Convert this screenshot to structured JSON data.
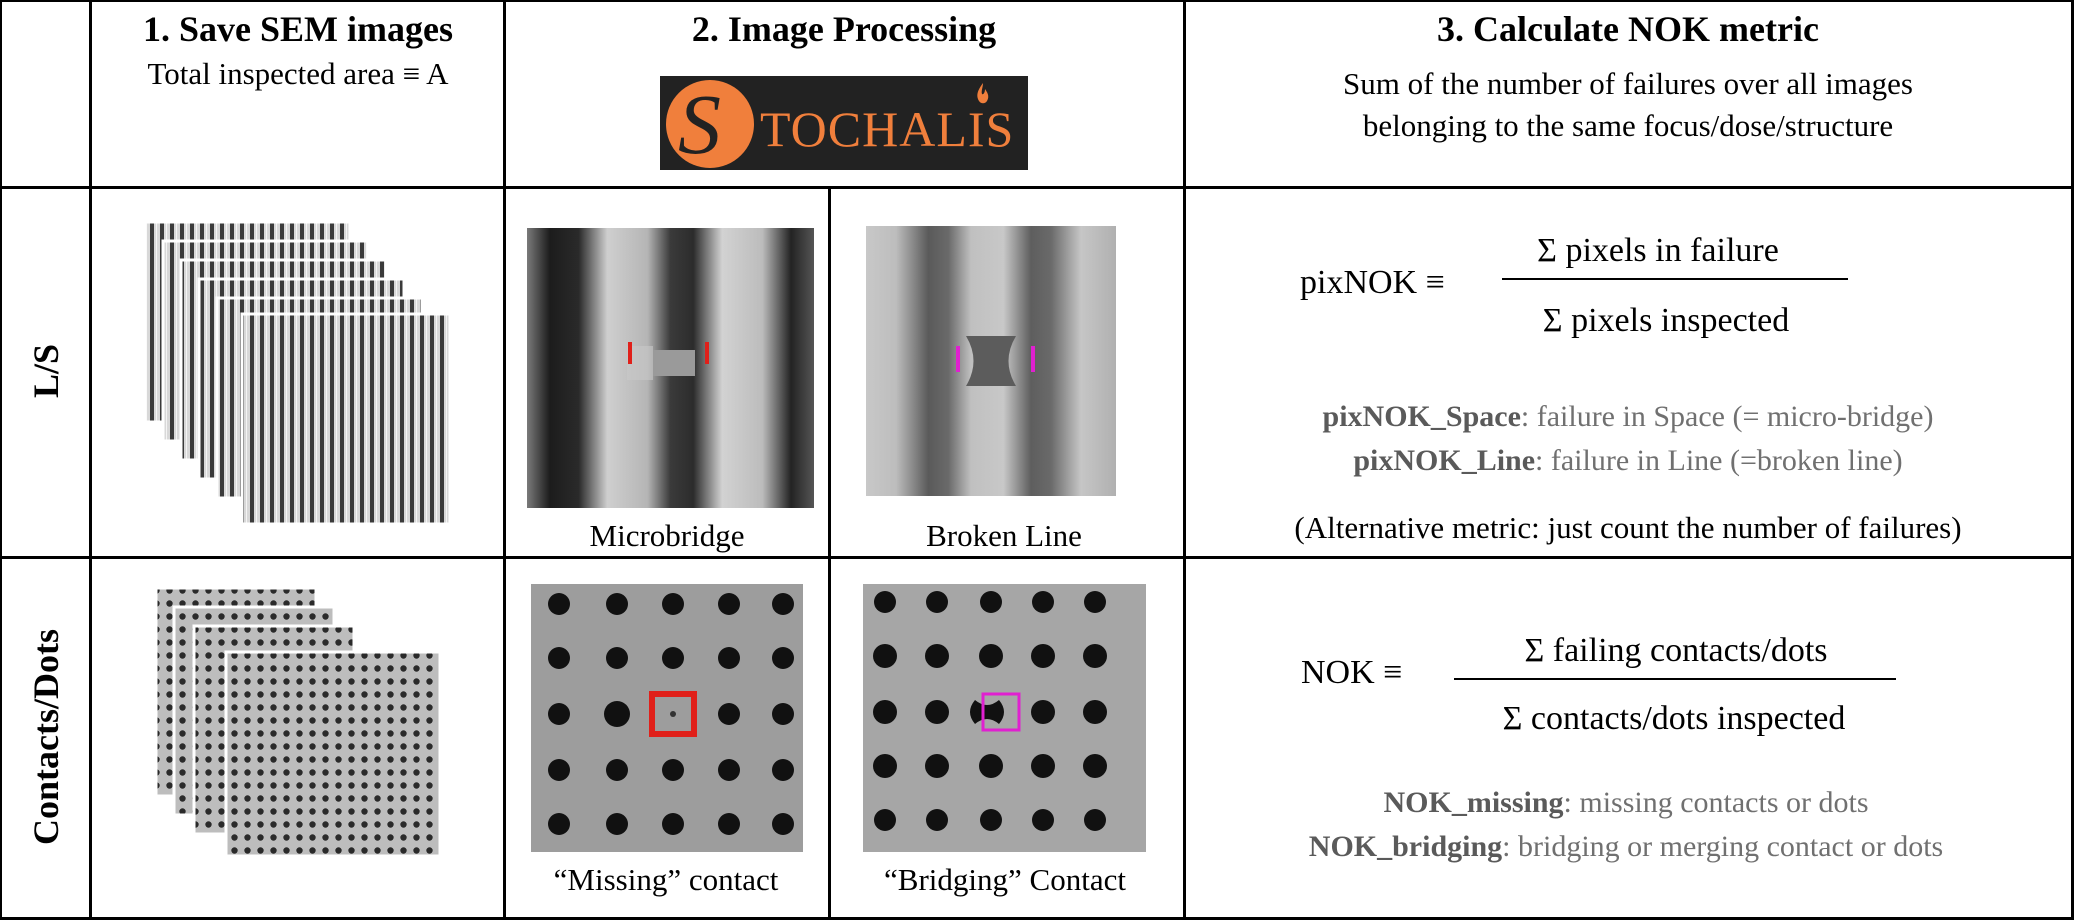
{
  "columns": {
    "col1": {
      "title": "1.  Save SEM images",
      "subtitle": "Total inspected area ≡ A"
    },
    "col2": {
      "title": "2. Image Processing",
      "logo_text": "TOCHALIS",
      "logo_initial": "S"
    },
    "col3": {
      "title": "3. Calculate NOK metric",
      "subtitle_line1": "Sum of the number of failures over all images",
      "subtitle_line2": "belonging to the same focus/dose/structure"
    }
  },
  "rows": {
    "ls": {
      "label": "L/S",
      "image1_caption": "Microbridge",
      "image2_caption": "Broken Line",
      "formula_lhs": "pixNOK ≡",
      "formula_num": "Σ  pixels in failure",
      "formula_den": "Σ  pixels inspected",
      "def1_term": "pixNOK_Space",
      "def1_text": ": failure in Space (= micro-bridge)",
      "def2_term": "pixNOK_Line",
      "def2_text": ": failure in Line (=broken line)",
      "note": "(Alternative metric: just count the number of failures)"
    },
    "cd": {
      "label": "Contacts/Dots",
      "image1_caption": "“Missing” contact",
      "image2_caption": "“Bridging” Contact",
      "formula_lhs": "NOK ≡",
      "formula_num": "Σ  failing contacts/dots",
      "formula_den": "Σ contacts/dots inspected",
      "def1_term": "NOK_missing",
      "def1_text": ": missing contacts or dots",
      "def2_term": "NOK_bridging",
      "def2_text": ": bridging or merging contact or dots"
    }
  },
  "colors": {
    "logo_bg": "#222222",
    "logo_orange": "#f07f3c",
    "marker_red": "#e0201a",
    "marker_magenta": "#e020d0"
  }
}
